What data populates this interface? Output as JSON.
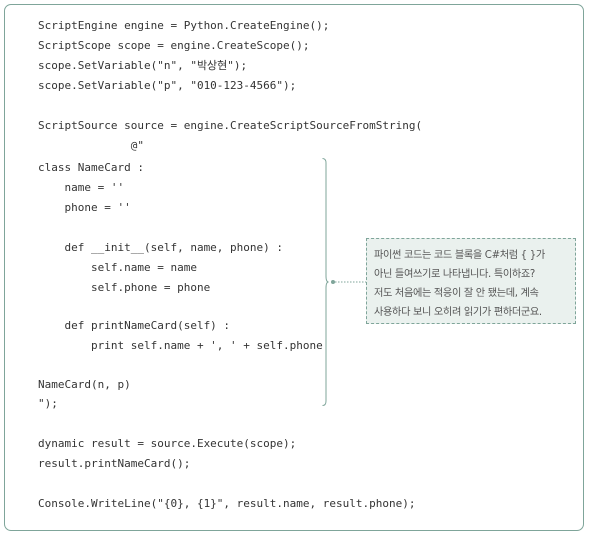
{
  "code": [
    "ScriptEngine engine = Python.CreateEngine();",
    "ScriptScope scope = engine.CreateScope();",
    "scope.SetVariable(\"n\", \"박상현\");",
    "scope.SetVariable(\"p\", \"010-123-4566\");",
    "",
    "ScriptSource source = engine.CreateScriptSourceFromString(",
    "              @\"",
    "class NameCard :",
    "    name = ''",
    "    phone = ''",
    "",
    "    def __init__(self, name, phone) :",
    "        self.name = name",
    "        self.phone = phone",
    "",
    "    def printNameCard(self) :",
    "        print self.name + ', ' + self.phone",
    "",
    "NameCard(n, p)",
    "\");",
    "",
    "dynamic result = source.Execute(scope);",
    "result.printNameCard();",
    "",
    "Console.WriteLine(\"{0}, {1}\", result.name, result.phone);"
  ],
  "annotation": {
    "lines": [
      "파이썬 코드는 코드 블록을 C#처럼 { }가",
      "아닌 들여쓰기로 나타냅니다. 특이하죠?",
      "저도 처음에는 적응이 잘 안 됐는데, 계속",
      "사용하다 보니 오히려 읽기가 편하더군요."
    ]
  },
  "colors": {
    "frame_border": "#7fa59a",
    "callout_background": "#eaf1ee",
    "code_text": "#333333"
  }
}
